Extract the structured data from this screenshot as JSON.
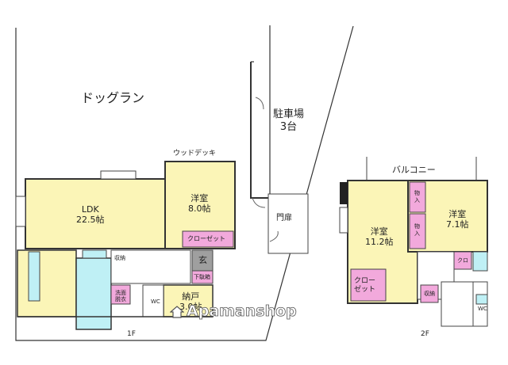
{
  "labels": {
    "dog_run": "ドッグラン",
    "parking": "駐車場",
    "parking_count": "3台",
    "wood_deck": "ウッドデッキ",
    "gate_roof": "門扉",
    "ldk": "LDK",
    "ldk_size": "22.5帖",
    "western_room_1f": "洋室",
    "western_room_1f_size": "8.0帖",
    "closet": "クローゼット",
    "storage": "収納",
    "entrance": "玄",
    "shoe_box": "下駄箱",
    "washroom": "洗面脱衣",
    "wc": "WC",
    "storeroom": "納戸",
    "storeroom_size": "3.0帖",
    "floor_1": "1F",
    "balcony": "バルコニー",
    "western_room_2f_a": "洋室",
    "western_room_2f_a_size": "11.2帖",
    "western_room_2f_b": "洋室",
    "western_room_2f_b_size": "7.1帖",
    "closet_2f": "クロー\nゼット",
    "storage_2f_a": "物入",
    "storage_2f_b": "物入",
    "closet_small": "クロ",
    "storage_2f_c": "収納",
    "wc_2f": "WC",
    "floor_2": "2F",
    "watermark": "Apamanshop"
  },
  "colors": {
    "room": "#fbf5b7",
    "closet": "#f2a9dc",
    "bath": "#bff0f5",
    "entrance": "#9f9f9f",
    "wall": "#333333"
  }
}
